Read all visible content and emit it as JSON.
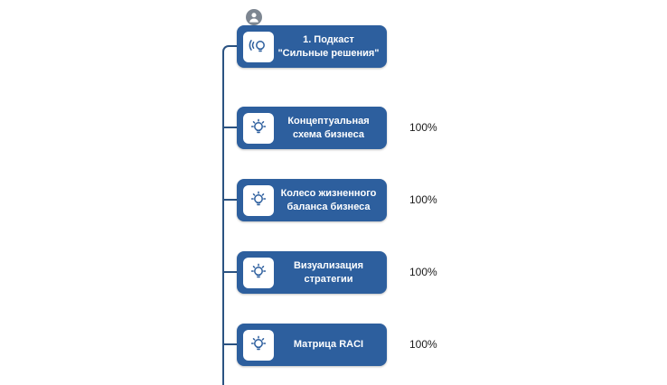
{
  "diagram": {
    "accent_color": "#2d5f9e",
    "connector_color": "#2b5382",
    "root_icon": "person-icon"
  },
  "nodes": [
    {
      "line1": "1. Подкаст",
      "line2": "\"Сильные решения\"",
      "progress": ""
    },
    {
      "line1": "Концептуальная",
      "line2": "схема бизнеса",
      "progress": "100%"
    },
    {
      "line1": "Колесо жизненного",
      "line2": "баланса бизнеса",
      "progress": "100%"
    },
    {
      "line1": "Визуализация",
      "line2": "стратегии",
      "progress": "100%"
    },
    {
      "line1": "Матрица RACI",
      "line2": "",
      "progress": "100%"
    }
  ]
}
